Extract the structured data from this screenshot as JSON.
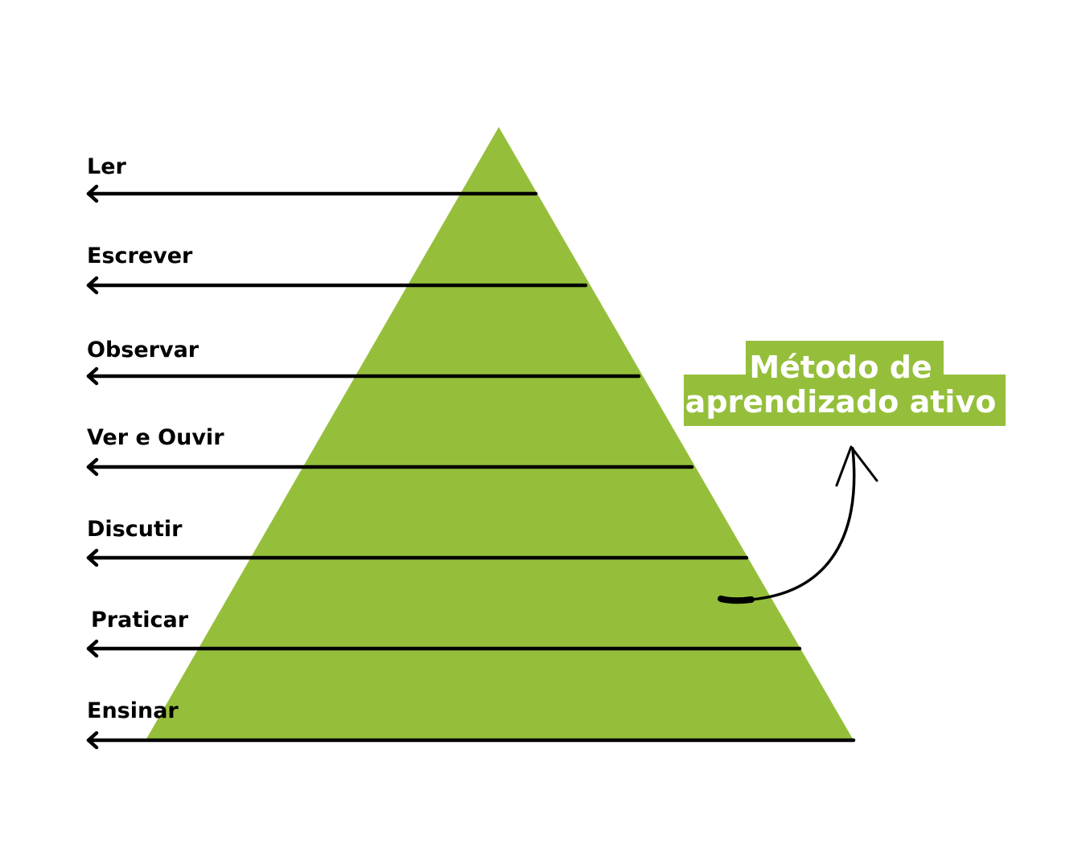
{
  "colors": {
    "pyramid": "#95bf3b",
    "lines": "#000000",
    "callout_bg": "#95bf3b",
    "callout_text": "#ffffff",
    "background": "#ffffff"
  },
  "levels": [
    {
      "label": "Ler"
    },
    {
      "label": "Escrever"
    },
    {
      "label": "Observar"
    },
    {
      "label": "Ver e Ouvir"
    },
    {
      "label": "Discutir"
    },
    {
      "label": "Praticar"
    },
    {
      "label": "Ensinar"
    }
  ],
  "callout": {
    "line1": "Método de",
    "line2": "aprendizado ativo"
  }
}
